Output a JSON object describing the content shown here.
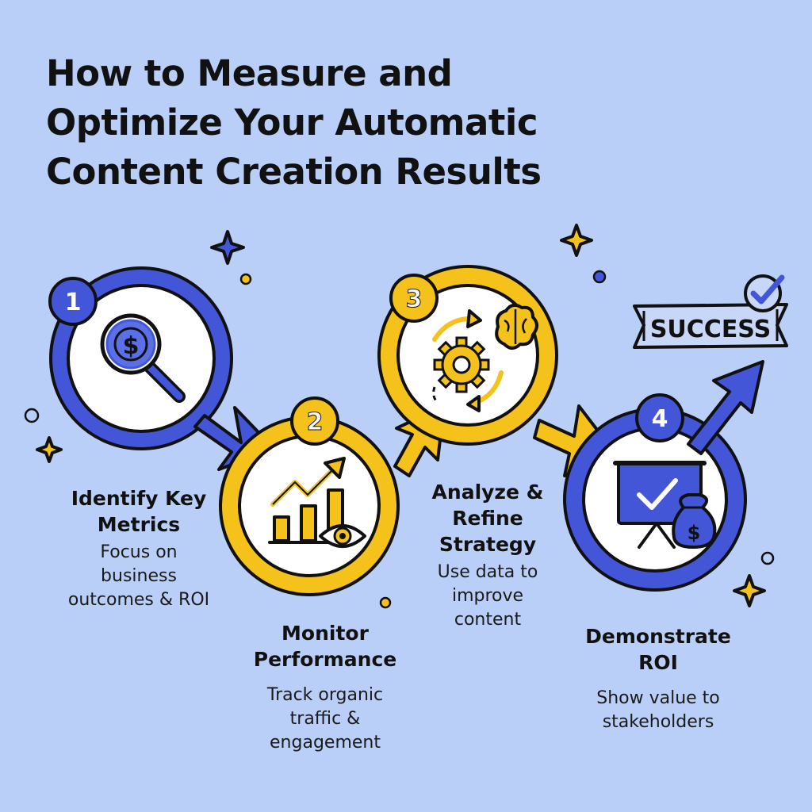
{
  "title": {
    "line1": "How to Measure and",
    "line2": "Optimize Your Automatic",
    "line3": "Content Creation Results"
  },
  "badge": "SUCCESS",
  "colors": {
    "background": "#b9cff7",
    "blue": "#4456d8",
    "yellow": "#f5c21b",
    "ink": "#111111"
  },
  "steps": [
    {
      "number": "1",
      "title_lines": [
        "Identify Key",
        "Metrics"
      ],
      "desc_lines": [
        "Focus on",
        "business",
        "outcomes & ROI"
      ],
      "icon": "magnifier-dollar-icon"
    },
    {
      "number": "2",
      "title_lines": [
        "Monitor",
        "Performance"
      ],
      "desc_lines": [
        "Track organic",
        "traffic &",
        "engagement"
      ],
      "icon": "chart-growth-eye-icon"
    },
    {
      "number": "3",
      "title_lines": [
        "Analyze &",
        "Refine",
        "Strategy"
      ],
      "desc_lines": [
        "Use data to",
        "improve",
        "content"
      ],
      "icon": "gear-brain-cycle-icon"
    },
    {
      "number": "4",
      "title_lines": [
        "Demonstrate",
        "ROI"
      ],
      "desc_lines": [
        "Show value to",
        "stakeholders"
      ],
      "icon": "presentation-moneybag-icon"
    }
  ]
}
